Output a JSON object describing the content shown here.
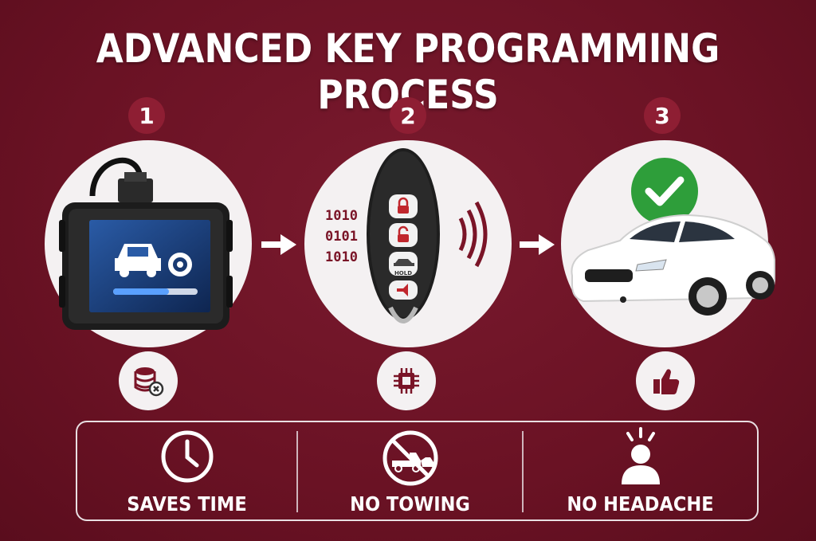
{
  "title": "ADVANCED KEY PROGRAMMING PROCESS",
  "steps": [
    {
      "number": "1",
      "image": "diagnostic-scanner",
      "badge_icon": "database-remove-icon"
    },
    {
      "number": "2",
      "image": "smart-key-fob",
      "binary": [
        "1010",
        "0101",
        "1010"
      ],
      "fob_button_label": "HOLD",
      "badge_icon": "chip-icon"
    },
    {
      "number": "3",
      "image": "white-sedan-check",
      "badge_icon": "thumbs-up-icon"
    }
  ],
  "features": [
    {
      "label": "SAVES TIME",
      "icon": "clock-icon"
    },
    {
      "label": "NO TOWING",
      "icon": "no-tow-truck-icon"
    },
    {
      "label": "NO HEADACHE",
      "icon": "person-alert-icon"
    }
  ],
  "colors": {
    "background": "#6e1426",
    "circle": "#f4f1f2",
    "number_badge": "#8e1e33",
    "accent_red": "#8b1a2b",
    "check_green": "#2e9e3a",
    "text": "#ffffff"
  }
}
